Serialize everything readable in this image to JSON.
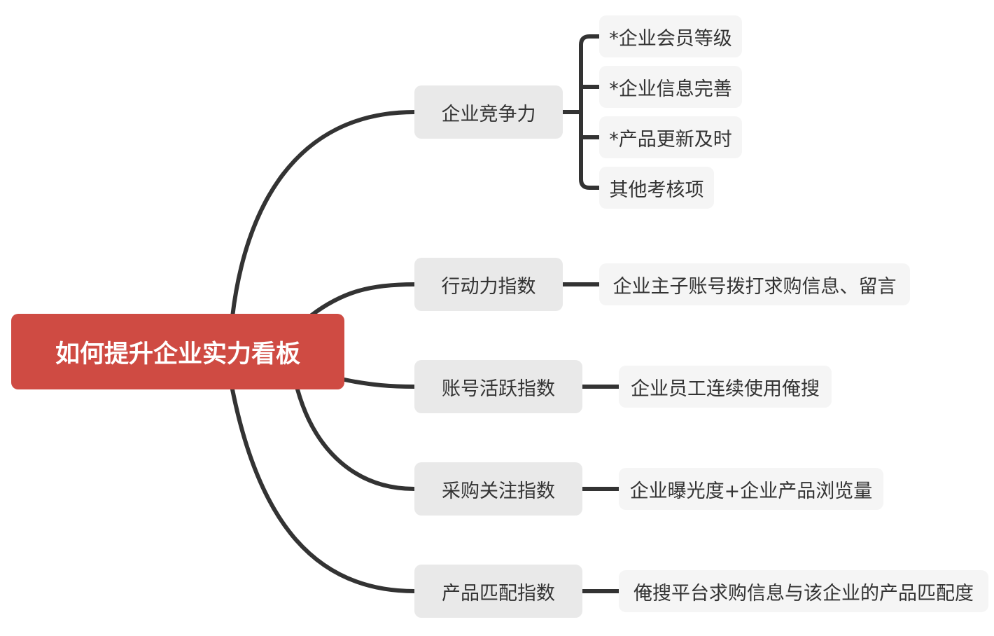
{
  "root": {
    "label": "如何提升企业实力看板",
    "color": "#cf4b43"
  },
  "branches": [
    {
      "label": "企业竞争力",
      "children": [
        "*企业会员等级",
        "*企业信息完善",
        "*产品更新及时",
        "其他考核项"
      ]
    },
    {
      "label": "行动力指数",
      "children": [
        "企业主子账号拨打求购信息、留言"
      ]
    },
    {
      "label": "账号活跃指数",
      "children": [
        "企业员工连续使用俺搜"
      ]
    },
    {
      "label": "采购关注指数",
      "children": [
        "企业曝光度+企业产品浏览量"
      ]
    },
    {
      "label": "产品匹配指数",
      "children": [
        "俺搜平台求购信息与该企业的产品匹配度"
      ]
    }
  ]
}
